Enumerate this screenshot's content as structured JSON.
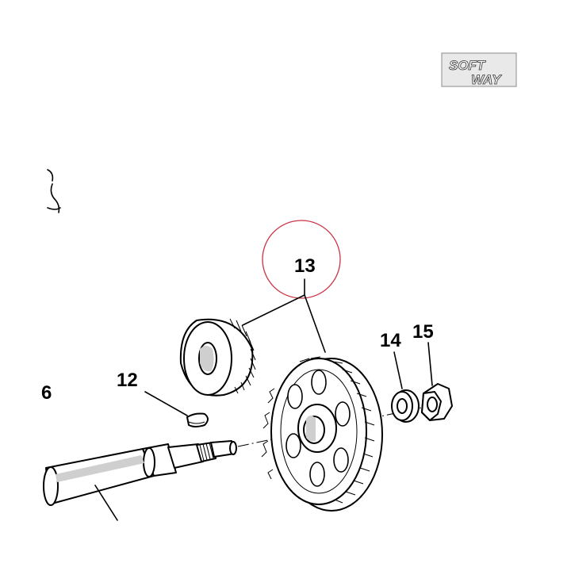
{
  "logo": {
    "line1": "SOFT",
    "line2": "WAY"
  },
  "callouts": {
    "partial": "6",
    "p12": "12",
    "p13": "13",
    "p14": "14",
    "p15": "15"
  },
  "highlight_color": "#cc3344"
}
